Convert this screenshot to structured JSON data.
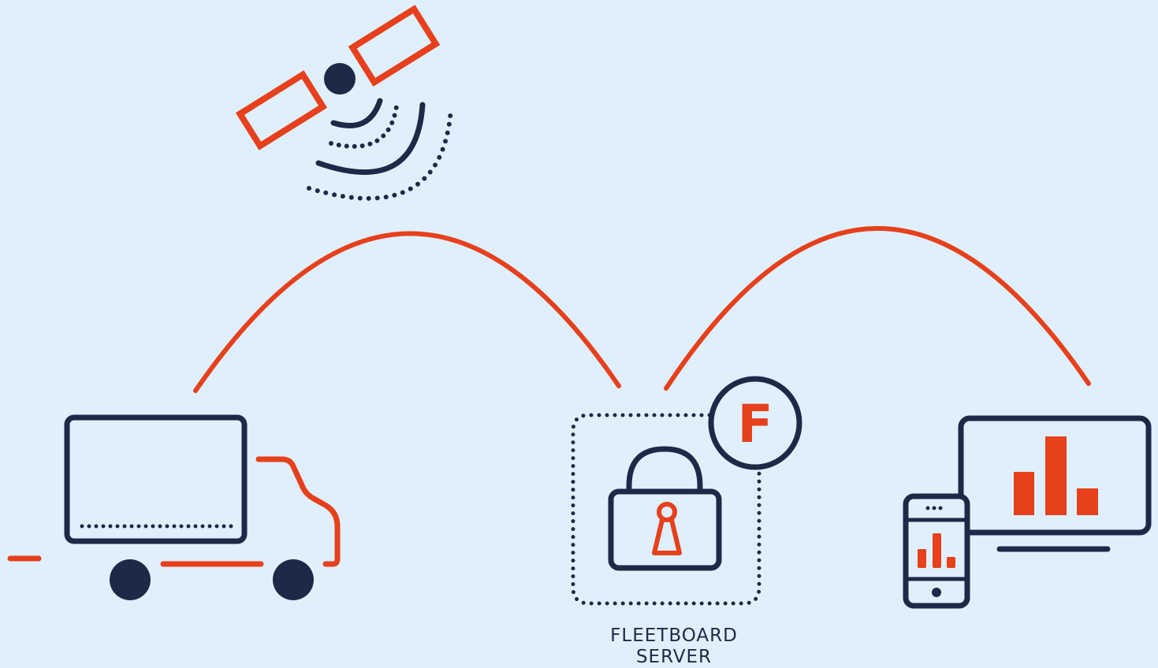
{
  "diagram": {
    "server_label": {
      "line1": "FLEETBOARD",
      "line2": "SERVER"
    },
    "brand_badge_letter": "F",
    "colors": {
      "background": "#dff0fc",
      "navy": "#1c2a48",
      "orange": "#e6401c"
    },
    "nodes": [
      {
        "name": "satellite",
        "icon": "satellite-icon"
      },
      {
        "name": "truck",
        "icon": "truck-icon"
      },
      {
        "name": "fleetboard-server",
        "icon": "lock-icon"
      },
      {
        "name": "devices",
        "icon": "monitor-phone-icon"
      }
    ],
    "connections": [
      {
        "from": "truck",
        "to": "fleetboard-server"
      },
      {
        "from": "fleetboard-server",
        "to": "devices"
      }
    ]
  }
}
